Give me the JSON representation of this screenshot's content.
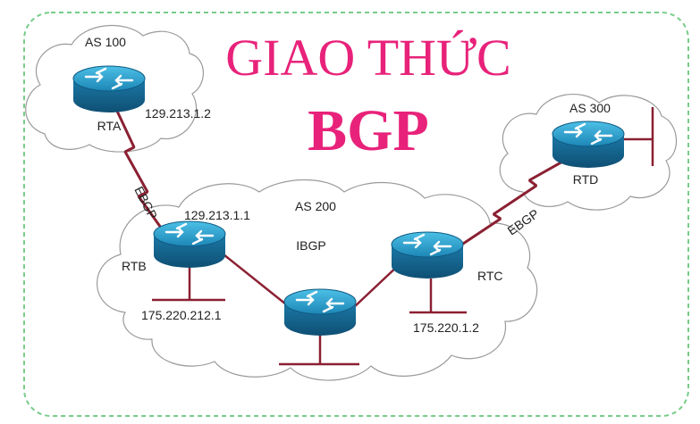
{
  "title": {
    "line1": "GIAO THỨC",
    "line2": "BGP"
  },
  "colors": {
    "title": "#e8227a",
    "border": "#77cc88",
    "link": "#8b2032",
    "router_top": "#2a9ec7",
    "router_side": "#1a6f96"
  },
  "clouds": {
    "as100": "AS 100",
    "as200": "AS 200",
    "as300": "AS 300"
  },
  "routers": {
    "rta": "RTA",
    "rtb": "RTB",
    "rtc": "RTC",
    "rtd": "RTD"
  },
  "addresses": {
    "rta_ip": "129.213.1.2",
    "rtb_ip": "129.213.1.1",
    "rtb_lan": "175.220.212.1",
    "rtc_lan": "175.220.1.2"
  },
  "links": {
    "ebgp_left": "EBGP",
    "ibgp": "IBGP",
    "ebgp_right": "EBGP"
  }
}
